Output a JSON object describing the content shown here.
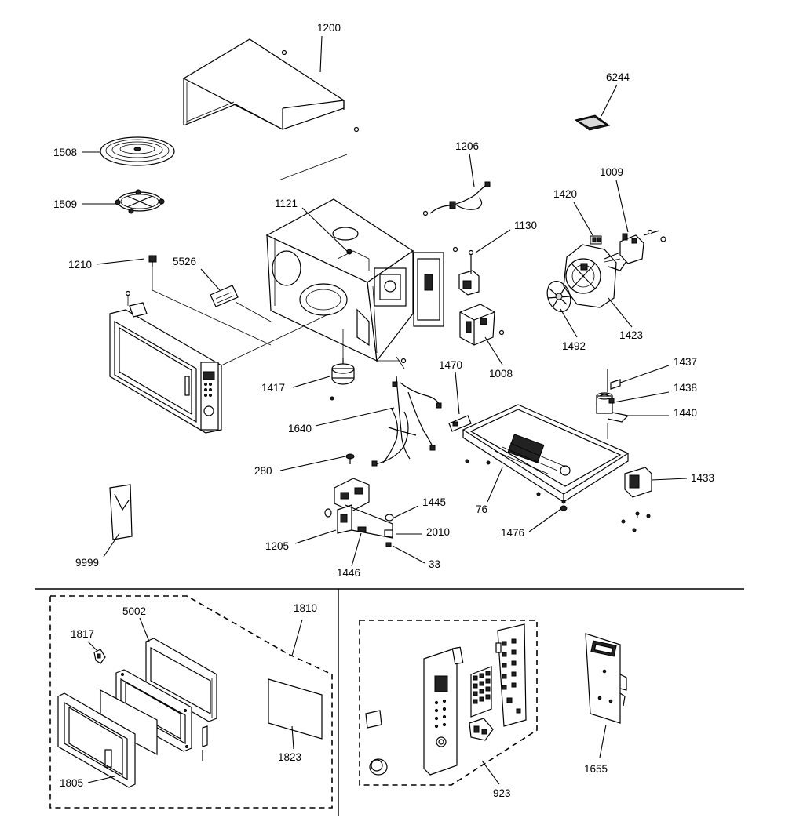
{
  "diagram": {
    "labels": {
      "p1200": "1200",
      "p6244": "6244",
      "p1508": "1508",
      "p1206": "1206",
      "p1009": "1009",
      "p1420": "1420",
      "p1509": "1509",
      "p1121": "1121",
      "p1130": "1130",
      "p1210": "1210",
      "p5526": "5526",
      "p1008": "1008",
      "p1492": "1492",
      "p1423": "1423",
      "p1437": "1437",
      "p1470": "1470",
      "p1438": "1438",
      "p1417": "1417",
      "p1440": "1440",
      "p1640": "1640",
      "p1433": "1433",
      "p280": "280",
      "p1445": "1445",
      "p76": "76",
      "p2010": "2010",
      "p1476": "1476",
      "p1205": "1205",
      "p33": "33",
      "p9999": "9999",
      "p1446": "1446",
      "p5002": "5002",
      "p1810": "1810",
      "p1817": "1817",
      "p1823": "1823",
      "p1805": "1805",
      "p923": "923",
      "p1655": "1655"
    }
  }
}
